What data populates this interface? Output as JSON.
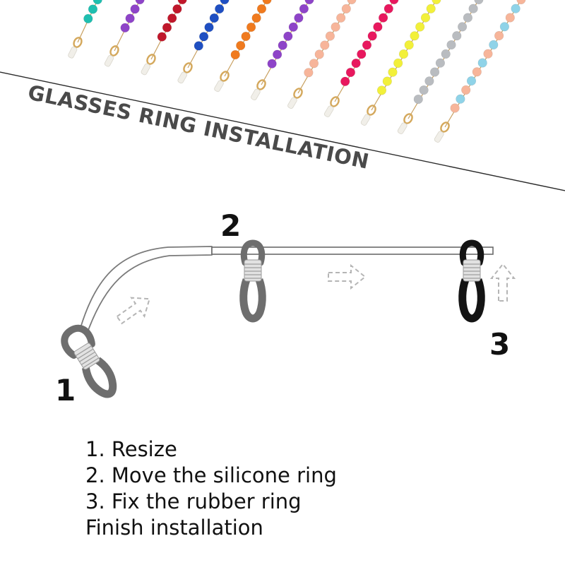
{
  "banner": {
    "title": "GLASSES RING INSTALLATION",
    "chain_colors": [
      [
        "#1fbfb0",
        "#ffffff"
      ],
      [
        "#8e44c8",
        "#ffffff"
      ],
      [
        "#c0172b",
        "#ffffff"
      ],
      [
        "#1f4fc2",
        "#ffffff"
      ],
      [
        "#f07a1e",
        "#ffffff"
      ],
      [
        "#8e44c8",
        "#ffffff"
      ],
      [
        "#f7b59a",
        "#ffffff"
      ],
      [
        "#e8185e",
        "#ffffff"
      ],
      [
        "#f2f03a",
        "#ffffff"
      ],
      [
        "#b9bcc0",
        "#ffffff"
      ],
      [
        "#f7b59a",
        "#8fd3e8"
      ]
    ]
  },
  "diagram": {
    "step_labels": [
      "1",
      "2",
      "3"
    ],
    "colors": {
      "loop_gray": "#6e6e6e",
      "loop_black": "#141414",
      "coil": "#cfcfcf",
      "arrow": "#b5b5b5",
      "tube": "#7a7a7a"
    }
  },
  "instructions": [
    "1. Resize",
    "2. Move the silicone ring",
    "3. Fix the rubber ring",
    "Finish installation"
  ]
}
